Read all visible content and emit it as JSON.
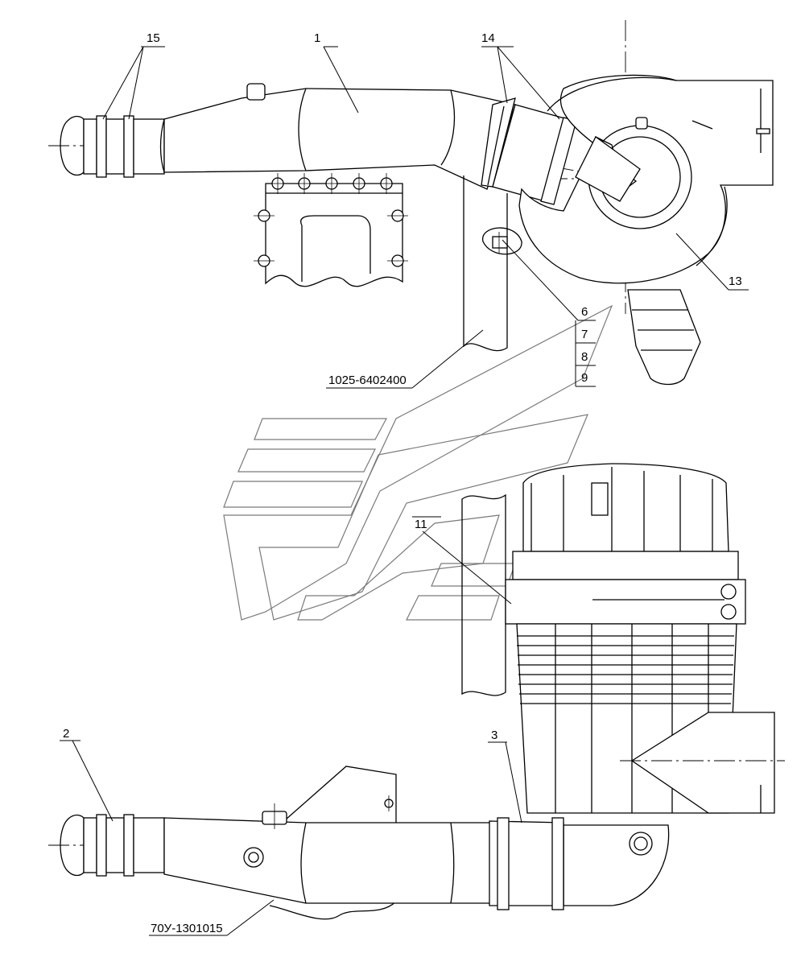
{
  "callouts": {
    "c15": "15",
    "c1": "1",
    "c14": "14",
    "c13": "13",
    "c6": "6",
    "c7": "7",
    "c8": "8",
    "c9": "9",
    "c11": "11",
    "c2": "2",
    "c3": "3"
  },
  "part_numbers": {
    "bracket": "1025-6402400",
    "intake_pipe": "70У-1301015"
  }
}
